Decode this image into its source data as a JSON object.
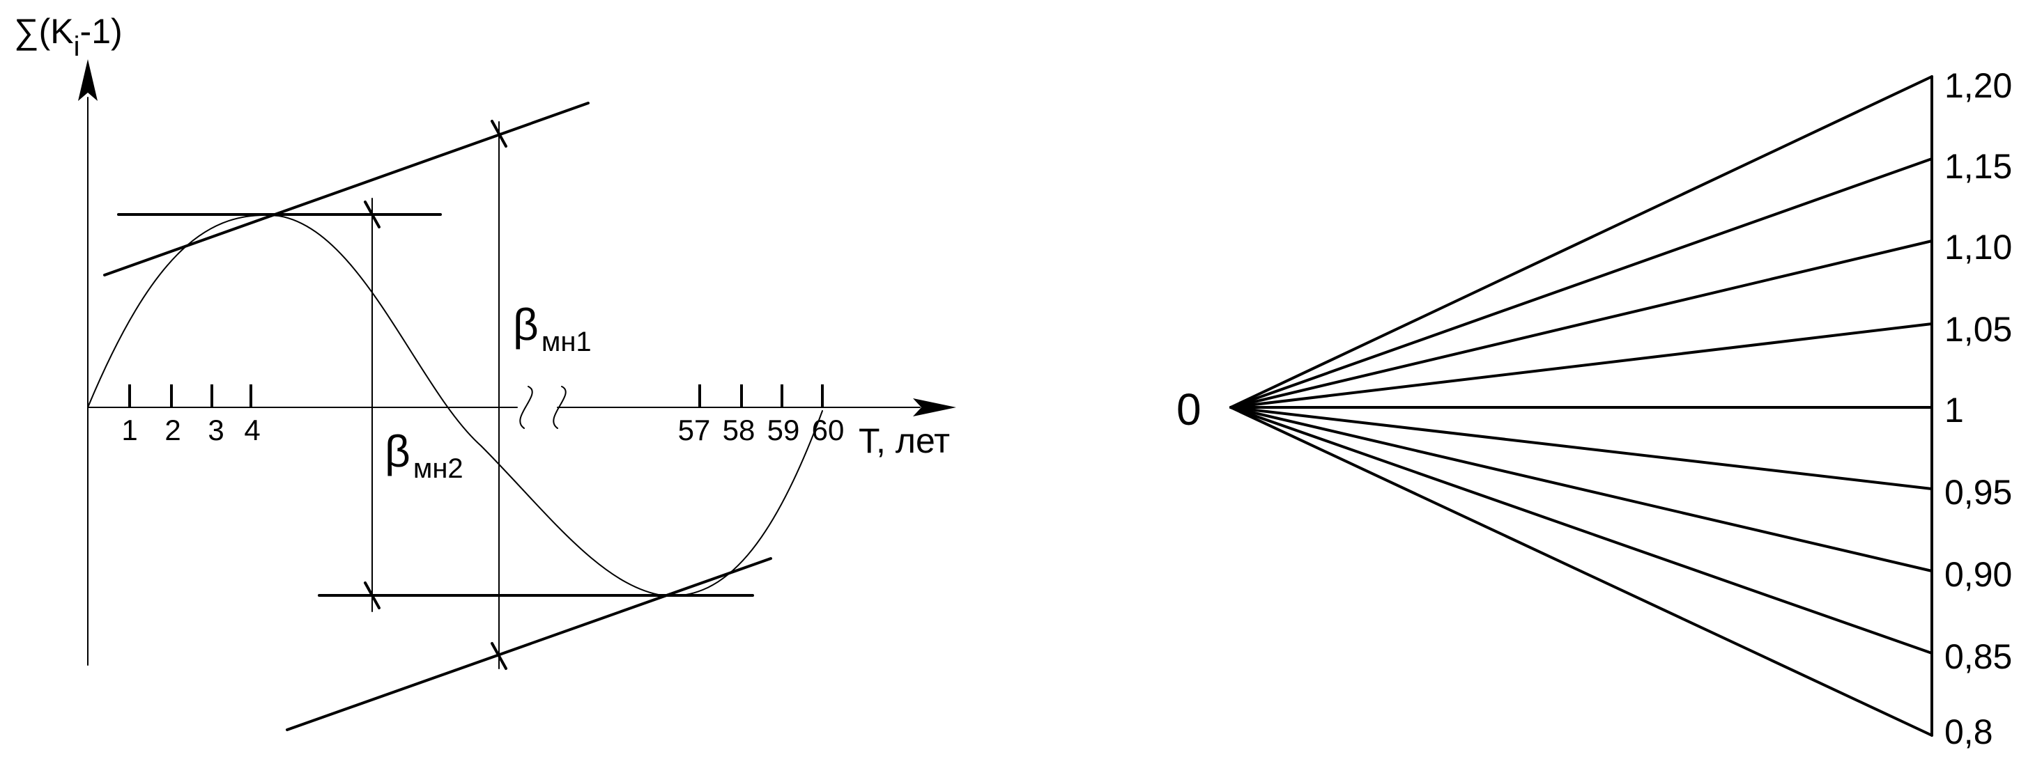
{
  "left_graph": {
    "y_axis_label": {
      "prefix": "∑(K",
      "subscript": "i",
      "suffix": "-1)"
    },
    "x_axis_label": "T, лет",
    "x_ticks_start": [
      "1",
      "2",
      "3",
      "4"
    ],
    "x_ticks_end": [
      "57",
      "58",
      "59",
      "60"
    ],
    "beta_upper": {
      "symbol": "β",
      "subscript": "мн1"
    },
    "beta_lower": {
      "symbol": "β",
      "subscript": "мн2"
    }
  },
  "right_fan": {
    "origin_label": "0",
    "ray_labels": [
      "1,20",
      "1,15",
      "1,10",
      "1,05",
      "1",
      "0,95",
      "0,90",
      "0,85",
      "0,8"
    ]
  }
}
